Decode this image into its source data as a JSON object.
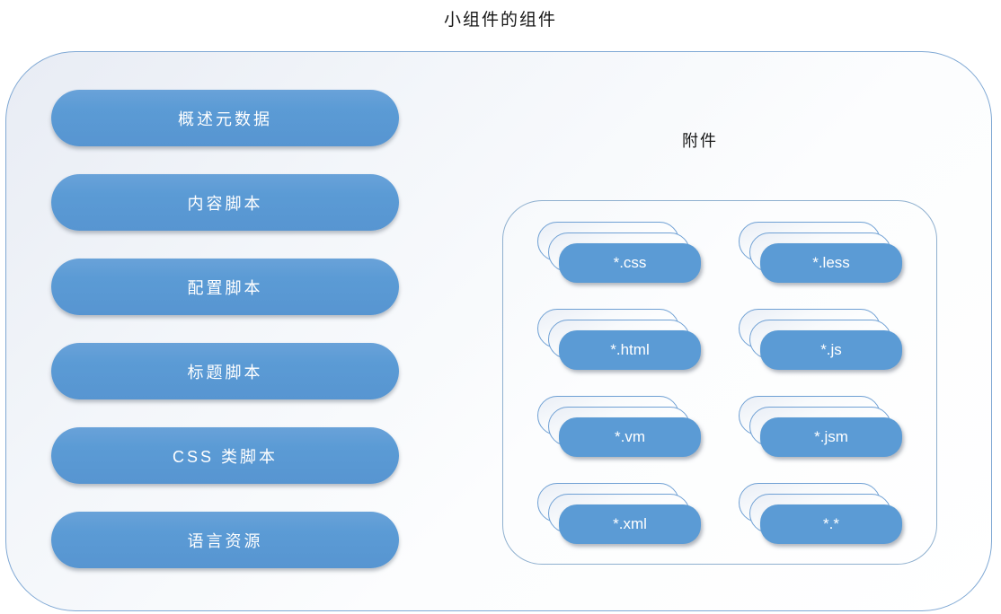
{
  "title": "小组件的组件",
  "components": {
    "items": [
      {
        "label": "概述元数据"
      },
      {
        "label": "内容脚本"
      },
      {
        "label": "配置脚本"
      },
      {
        "label": "标题脚本"
      },
      {
        "label": "CSS 类脚本"
      },
      {
        "label": "语言资源"
      }
    ]
  },
  "attachments": {
    "label": "附件",
    "file_types": [
      {
        "label": "*.css"
      },
      {
        "label": "*.less"
      },
      {
        "label": "*.html"
      },
      {
        "label": "*.js"
      },
      {
        "label": "*.vm"
      },
      {
        "label": "*.jsm"
      },
      {
        "label": "*.xml"
      },
      {
        "label": "*.*"
      }
    ]
  },
  "colors": {
    "accent_blue": "#5B9BD5",
    "panel_border": "#7FA8D4",
    "inner_panel_border": "#8FB0CF",
    "card_border": "#6FA0D4",
    "background_tint": "#E8ECF4",
    "text_on_blue": "#FFFFFF",
    "title_text": "#161616"
  }
}
